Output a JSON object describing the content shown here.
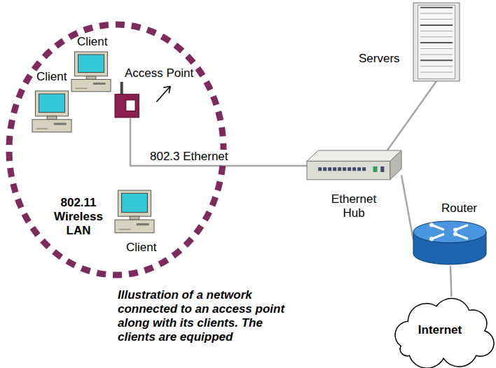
{
  "diagram": {
    "caption": "Illustration of a network connected to an access point along with its clients. The clients are equipped",
    "nodes": [
      {
        "text": [
          "802.11 Wireless LAN"
        ]
      },
      {
        "text": [
          "Client"
        ],
        "in": 0
      },
      {
        "text": [
          "Client"
        ],
        "in": 0
      },
      {
        "text": [
          "Access Point"
        ],
        "in": 0
      },
      {
        "text": [
          "Client"
        ],
        "in": 0
      },
      {
        "text": [
          "Servers"
        ]
      },
      {
        "text": [
          "Ethernet Hub"
        ]
      },
      {
        "text": [
          "Router"
        ]
      },
      {
        "text": [
          "Internet"
        ]
      }
    ],
    "edges": [
      {
        "from": 3,
        "to": 6,
        "arrow": "none",
        "label": "802.3 Ethernet"
      },
      {
        "from": 6,
        "to": 5,
        "arrow": "none"
      },
      {
        "from": 6,
        "to": 7,
        "arrow": "none"
      },
      {
        "from": 7,
        "to": 8,
        "arrow": "none"
      }
    ]
  }
}
